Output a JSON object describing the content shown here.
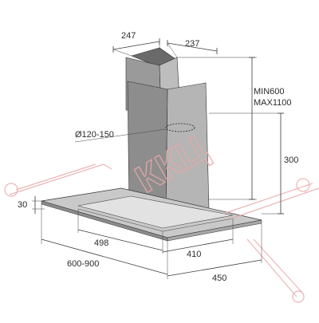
{
  "dimensions": {
    "chimney_width": "247",
    "chimney_depth": "237",
    "height_min": "MIN600",
    "height_max": "MAX1100",
    "outlet_diameter": "Ø120-150",
    "canopy_height": "300",
    "glass_thickness": "30",
    "front_width": "498",
    "side_depth": "410",
    "overall_width": "600-900",
    "overall_depth": "450"
  },
  "watermark": "ККЦ",
  "colors": {
    "line": "#3a3a3a",
    "glass_fill": "#c9c9c9",
    "chimney_fill": "#9a9a9a",
    "watermark": "#e8a8a8"
  }
}
